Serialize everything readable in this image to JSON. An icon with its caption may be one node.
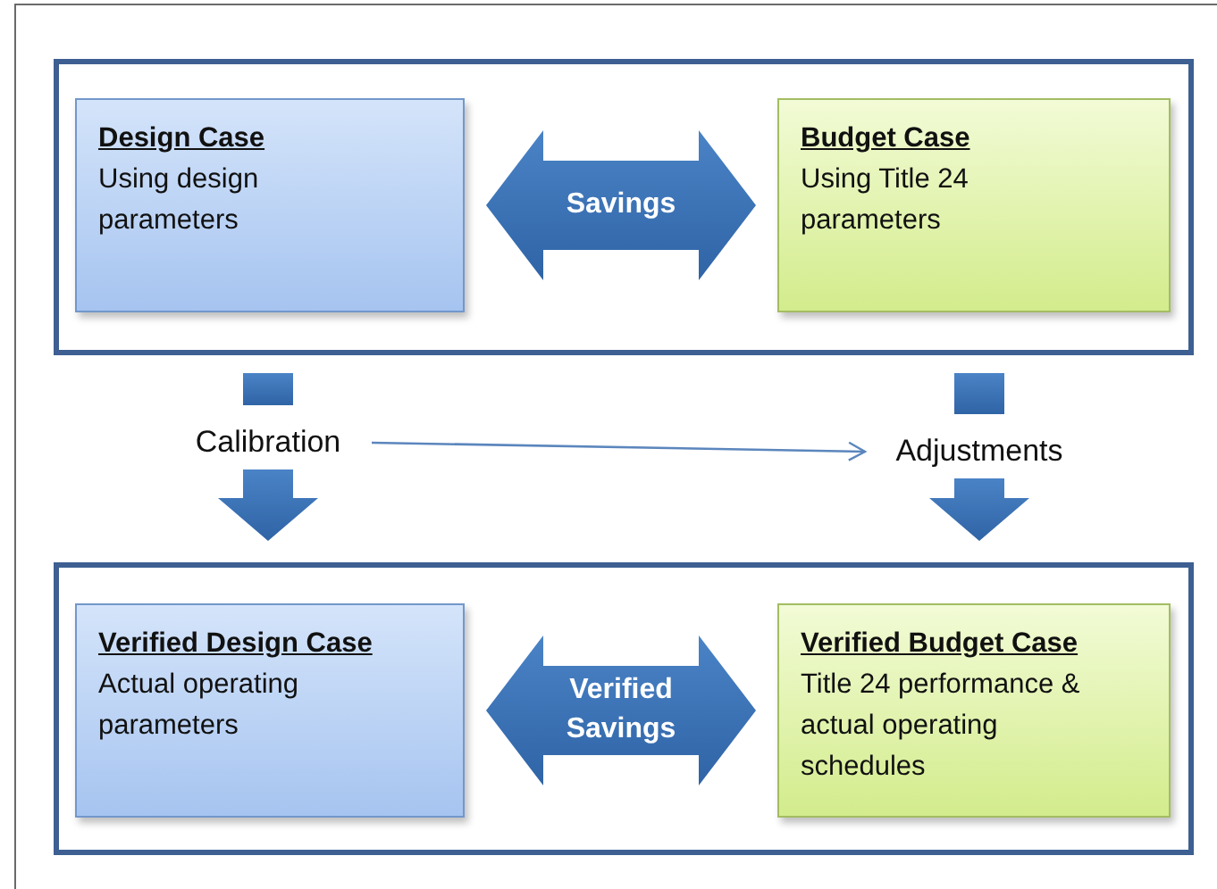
{
  "diagram": {
    "nodes": [
      {
        "text": [],
        "shape": "box"
      },
      {
        "text": [
          "Design Case",
          "Using design parameters"
        ],
        "in": 0
      },
      {
        "text": [
          "Budget Case",
          "Using Title 24 parameters"
        ],
        "in": 0
      },
      {
        "text": [
          "Calibration"
        ]
      },
      {
        "text": [
          "Adjustments"
        ]
      },
      {
        "text": [],
        "shape": "box"
      },
      {
        "text": [
          "Verified Design Case",
          "Actual operating parameters"
        ],
        "in": 5
      },
      {
        "text": [
          "Verified Budget Case",
          "Title 24 performance & actual operating schedules"
        ],
        "in": 5
      }
    ],
    "edges": [
      {
        "from": 1,
        "to": 2,
        "arrow": "both",
        "label": "Savings",
        "style": "thick"
      },
      {
        "from": 0,
        "to": 3,
        "arrow": "none",
        "style": "thick"
      },
      {
        "from": 3,
        "to": 5,
        "arrow": "to",
        "style": "thick"
      },
      {
        "from": 0,
        "to": 4,
        "arrow": "none",
        "style": "thick"
      },
      {
        "from": 4,
        "to": 5,
        "arrow": "to",
        "style": "thick"
      },
      {
        "from": 3,
        "to": 4,
        "arrow": "to"
      },
      {
        "from": 6,
        "to": 7,
        "arrow": "both",
        "label": "Verified Savings",
        "style": "thick"
      }
    ]
  }
}
